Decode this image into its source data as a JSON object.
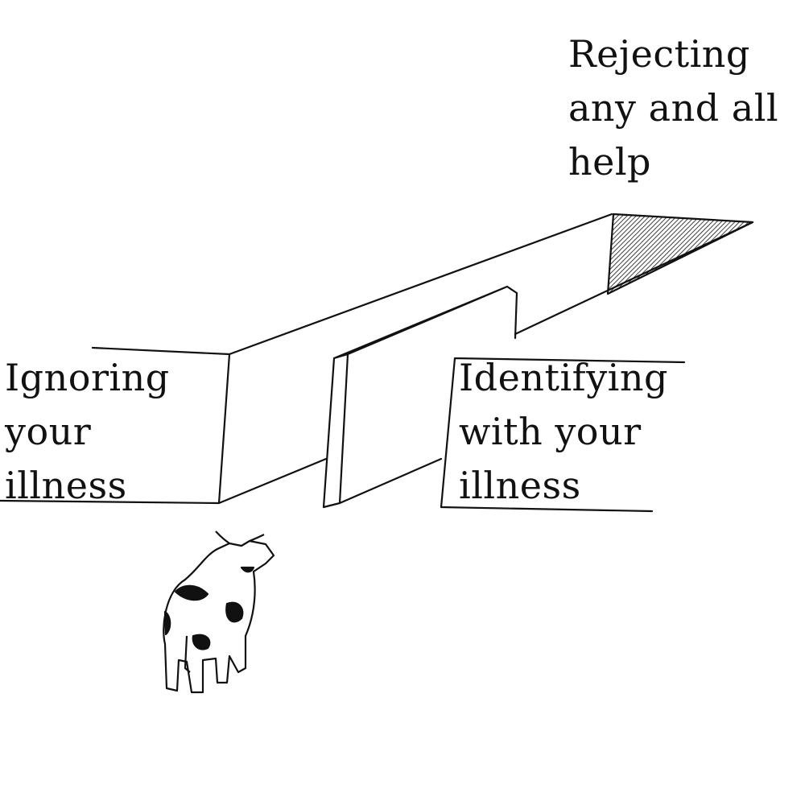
{
  "labels": {
    "top": [
      "Rejecting",
      "any and all",
      "help"
    ],
    "left": [
      "Ignoring",
      "your",
      "illness"
    ],
    "right": [
      "Identifying",
      "with your",
      "illness"
    ]
  },
  "colors": {
    "ink": "#111111",
    "background": "#ffffff"
  }
}
